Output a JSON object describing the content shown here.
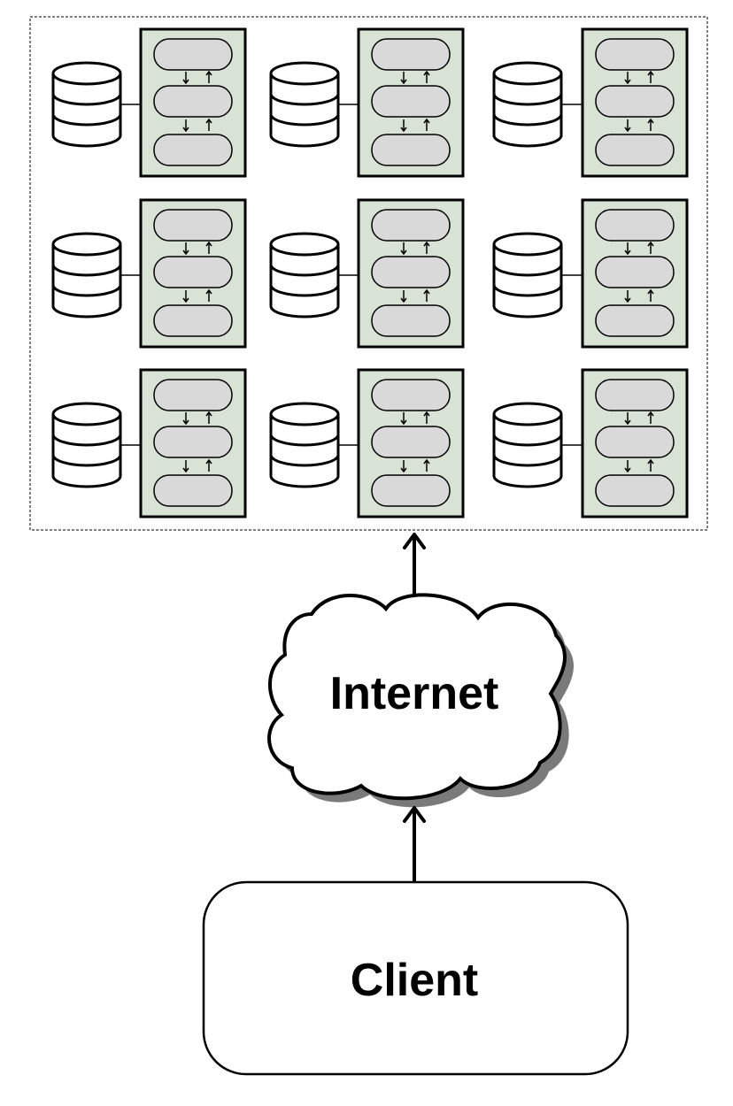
{
  "cluster": {
    "rows": 3,
    "columns": 3,
    "layers_per_server": 3,
    "server_fill": "#d8e3d5",
    "layer_fill": "#d9d9d9",
    "border_color": "#000000",
    "frame_style": "dashed"
  },
  "internet": {
    "label": "Internet",
    "shape": "cloud",
    "shadow_color": "#7a7a7a"
  },
  "client": {
    "label": "Client",
    "shape": "rounded-rectangle"
  },
  "connections": [
    {
      "from": "client",
      "to": "internet",
      "direction": "up"
    },
    {
      "from": "internet",
      "to": "server-cluster",
      "direction": "up"
    }
  ]
}
